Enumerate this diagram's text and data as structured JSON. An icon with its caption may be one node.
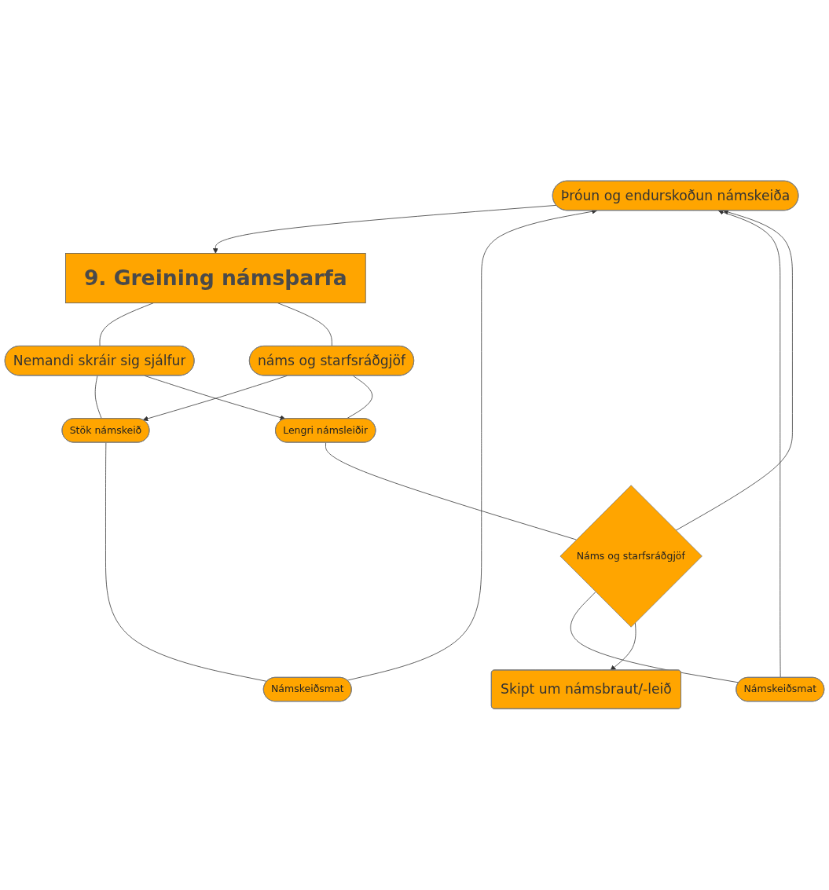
{
  "diagram": {
    "nodes": [
      {
        "text": [
          "Þróun og endurskoðun námskeiða"
        ]
      },
      {
        "text": [
          "9. Greining námsþarfa"
        ]
      },
      {
        "text": [
          "Nemandi skráir sig sjálfur"
        ]
      },
      {
        "text": [
          "náms og starfsráðgjöf"
        ]
      },
      {
        "text": [
          "Stök námskeið"
        ]
      },
      {
        "text": [
          "Lengri námsleiðir"
        ]
      },
      {
        "text": [
          "Námskeiðsmat"
        ]
      },
      {
        "text": [
          "Náms og starfsráðgjöf"
        ]
      },
      {
        "text": [
          "Námskeiðsmat"
        ]
      },
      {
        "text": [
          "Skipt um námsbraut/-leið"
        ]
      }
    ],
    "edges": [
      {
        "from": 0,
        "to": 1,
        "arrow": "to"
      },
      {
        "from": 1,
        "to": 2,
        "arrow": "none"
      },
      {
        "from": 1,
        "to": 3,
        "arrow": "none"
      },
      {
        "from": 2,
        "to": 4,
        "arrow": "none"
      },
      {
        "from": 2,
        "to": 5,
        "arrow": "to"
      },
      {
        "from": 3,
        "to": 4,
        "arrow": "to"
      },
      {
        "from": 3,
        "to": 5,
        "arrow": "none"
      },
      {
        "from": 4,
        "to": 6,
        "arrow": "none"
      },
      {
        "from": 5,
        "to": 7,
        "arrow": "none"
      },
      {
        "from": 7,
        "to": 8,
        "arrow": "none"
      },
      {
        "from": 6,
        "to": 0,
        "arrow": "to"
      },
      {
        "from": 7,
        "to": 0,
        "arrow": "to"
      },
      {
        "from": 8,
        "to": 0,
        "arrow": "to"
      },
      {
        "from": 7,
        "to": 9,
        "arrow": "to"
      }
    ]
  }
}
